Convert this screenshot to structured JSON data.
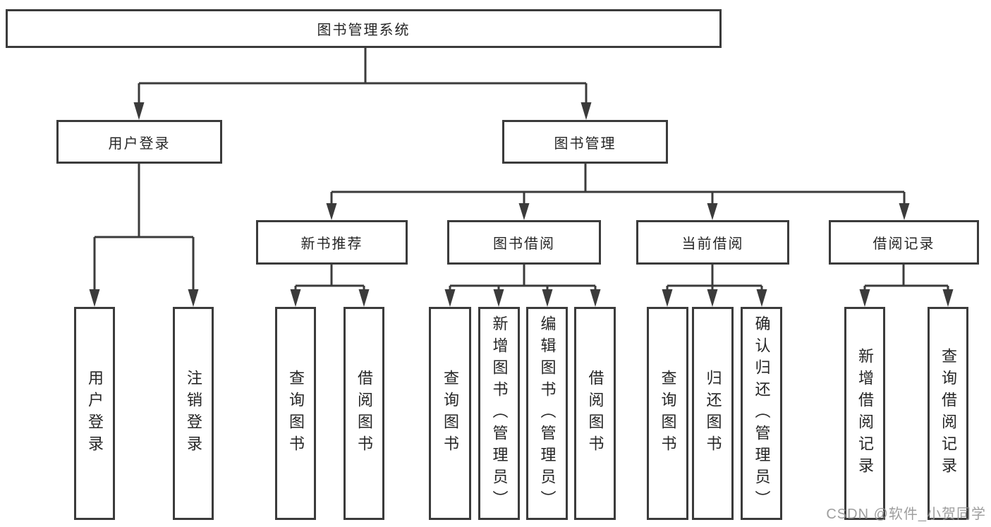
{
  "diagram": {
    "root": {
      "label": "图书管理系统"
    },
    "level2": [
      {
        "label": "用户登录"
      },
      {
        "label": "图书管理"
      }
    ],
    "level3": [
      {
        "label": "新书推荐"
      },
      {
        "label": "图书借阅"
      },
      {
        "label": "当前借阅"
      },
      {
        "label": "借阅记录"
      }
    ],
    "leaves": {
      "user_login": [
        {
          "label": "用户登录"
        },
        {
          "label": "注销登录"
        }
      ],
      "new_book": [
        {
          "label": "查询图书"
        },
        {
          "label": "借阅图书"
        }
      ],
      "book_borrow": [
        {
          "label": "查询图书"
        },
        {
          "label": "新增图书（管理员）"
        },
        {
          "label": "编辑图书（管理员）"
        },
        {
          "label": "借阅图书"
        }
      ],
      "current_borrow": [
        {
          "label": "查询图书"
        },
        {
          "label": "归还图书"
        },
        {
          "label": "确认归还（管理员）"
        }
      ],
      "borrow_record": [
        {
          "label": "新增借阅记录"
        },
        {
          "label": "查询借阅记录"
        }
      ]
    },
    "watermark": "CSDN @软件_小贺同学",
    "colors": {
      "line": "#3b3b3b",
      "box_background": "#ffffff",
      "text": "#262626",
      "watermark": "#949494"
    }
  }
}
